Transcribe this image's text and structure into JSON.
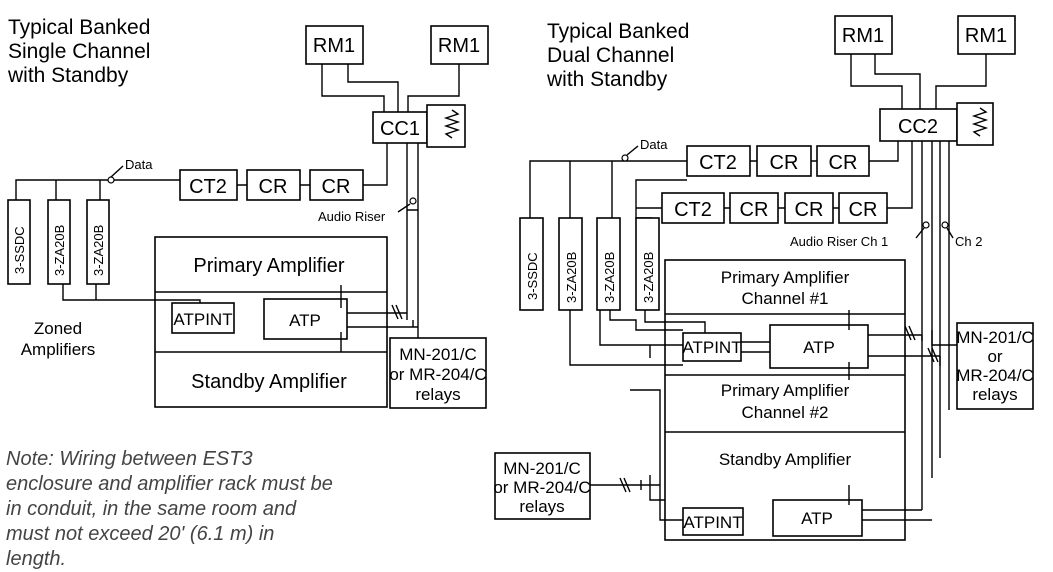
{
  "left": {
    "title": [
      "Typical Banked",
      "Single Channel",
      "with Standby"
    ],
    "rm1_a": "RM1",
    "rm1_b": "RM1",
    "cc": "CC1",
    "ct2": "CT2",
    "cr1": "CR",
    "cr2": "CR",
    "data_label": "Data",
    "ssdc": "3-SSDC",
    "za1": "3-ZA20B",
    "za2": "3-ZA20B",
    "audio_riser": "Audio Riser",
    "primary_amp": "Primary Amplifier",
    "standby_amp": "Standby Amplifier",
    "atpint": "ATPINT",
    "atp": "ATP",
    "zoned": [
      "Zoned",
      "Amplifiers"
    ],
    "relays": [
      "MN-201/C",
      "or MR-204/C",
      "relays"
    ]
  },
  "right": {
    "title": [
      "Typical Banked",
      "Dual Channel",
      "with Standby"
    ],
    "rm1_a": "RM1",
    "rm1_b": "RM1",
    "cc": "CC2",
    "ct2_a": "CT2",
    "cr_a1": "CR",
    "cr_a2": "CR",
    "ct2_b": "CT2",
    "cr_b1": "CR",
    "cr_b2": "CR",
    "cr_b3": "CR",
    "data_label": "Data",
    "ssdc": "3-SSDC",
    "za1": "3-ZA20B",
    "za2": "3-ZA20B",
    "za3": "3-ZA20B",
    "audio_riser_ch1": "Audio Riser Ch 1",
    "ch2": "Ch 2",
    "primary_ch1": [
      "Primary Amplifier",
      "Channel #1"
    ],
    "primary_ch2": [
      "Primary Amplifier",
      "Channel #2"
    ],
    "standby_amp": "Standby Amplifier",
    "atpint_top": "ATPINT",
    "atp_top": "ATP",
    "atpint_bottom": "ATPINT",
    "atp_bottom": "ATP",
    "relays_right": [
      "MN-201/C",
      "or",
      "MR-204/C",
      "relays"
    ],
    "relays_left": [
      "MN-201/C",
      "or MR-204/C",
      "relays"
    ]
  },
  "note": "Note: Wiring between EST3 enclosure and amplifier rack must be in conduit, in the same room and must not exceed 20' (6.1 m) in length."
}
